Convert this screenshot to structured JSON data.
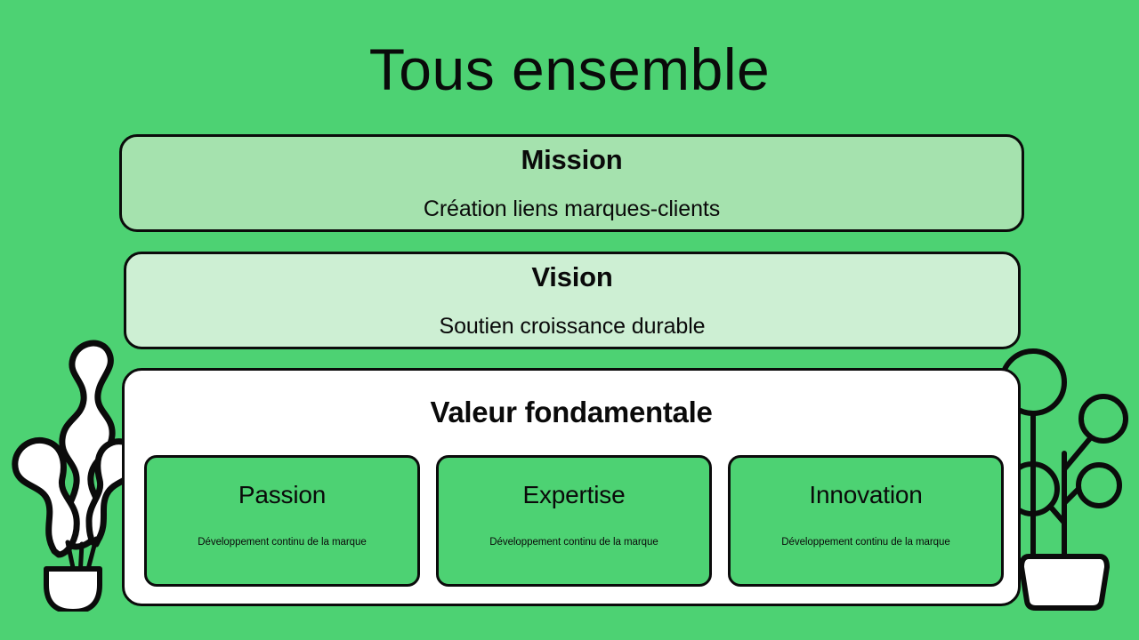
{
  "slide": {
    "title": "Tous ensemble",
    "background_color": "#4dd273",
    "outline_color": "#0b0b0b",
    "text_color": "#0a0a0a"
  },
  "bands": [
    {
      "title": "Mission",
      "subtitle": "Création liens marques-clients",
      "background_color": "#a5e2ae"
    },
    {
      "title": "Vision",
      "subtitle": "Soutien croissance durable",
      "background_color": "#cdefd3"
    }
  ],
  "values_panel": {
    "title": "Valeur fondamentale",
    "background_color": "#ffffff",
    "cards": [
      {
        "title": "Passion",
        "description": "Développement continu de la marque",
        "background_color": "#4dd273"
      },
      {
        "title": "Expertise",
        "description": "Développement continu de la marque",
        "background_color": "#4dd273"
      },
      {
        "title": "Innovation",
        "description": "Développement continu de la marque",
        "background_color": "#4dd273"
      }
    ]
  },
  "decorations": {
    "left_plant": "wavy-leaf-plant-in-vase",
    "right_plant": "round-leaf-plant-in-pot",
    "plant_fill": "#ffffff",
    "right_leaf_fill": "#4dd273"
  }
}
